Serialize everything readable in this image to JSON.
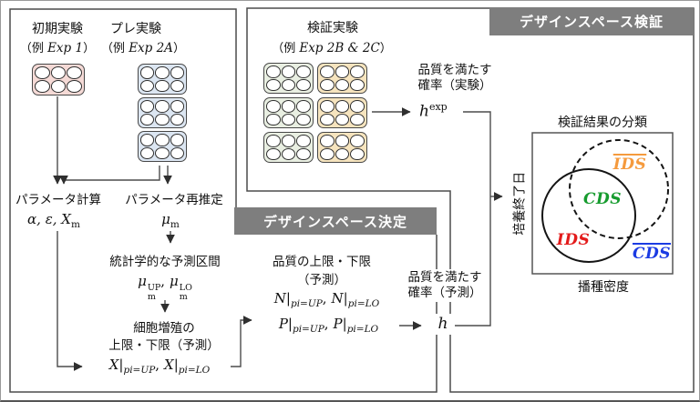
{
  "colors": {
    "banner_bg": "#7E7E7E",
    "plate_pink": "#F5DAD6",
    "plate_blue": "#DCE6F2",
    "plate_green": "#E9EFE2",
    "plate_orange": "#F6E4BE",
    "ids_bar_color": "#F59A3D",
    "cds_color": "#169B2E",
    "ids_color": "#E31B1B",
    "cds_bar_color": "#1B3BE3"
  },
  "banners": {
    "determination": "デザインスペース決定",
    "verification": "デザインスペース検証"
  },
  "initial_experiment": {
    "title": "初期実験",
    "paren_open": "（例 ",
    "exp": "Exp 1",
    "paren_close": "）"
  },
  "pre_experiment": {
    "title": "プレ実験",
    "paren_open": "（例 ",
    "exp": "Exp 2A",
    "paren_close": "）"
  },
  "verification_experiment": {
    "title": "検証実験",
    "paren_open": "（例 ",
    "exp": "Exp 2B & 2C",
    "paren_close": "）"
  },
  "param_calc": {
    "label": "パラメータ計算"
  },
  "param_reestimation": {
    "label": "パラメータ再推定"
  },
  "prediction_interval": {
    "label": "統計学的な予測区間"
  },
  "cell_growth": {
    "label_line1": "細胞増殖の",
    "label_line2": "上限・下限（予測）"
  },
  "quality_limits": {
    "label_line1": "品質の上限・下限",
    "label_line2": "（予測）"
  },
  "prob_experiment": {
    "label_line1": "品質を満たす",
    "label_line2": "確率（実験）"
  },
  "prob_prediction": {
    "label_line1": "品質を満たす",
    "label_line2": "確率（予測）"
  },
  "formulas": {
    "alpha": {
      "main": "α, ε, X",
      "sub": "m"
    },
    "mu": {
      "main": "μ",
      "sub": "m"
    },
    "mu_limits": {
      "mu": "μ",
      "sup_up": "UP",
      "sup_lo": "LO",
      "sub": "m",
      "comma": ","
    },
    "x_limits": {
      "v": "X",
      "pipe": "|",
      "s_up": "pi=UP",
      "s_lo": "pi=LO",
      "comma": ","
    },
    "n_limits": {
      "v": "N",
      "pipe": "|",
      "s_up": "pi=UP",
      "s_lo": "pi=LO",
      "comma": ","
    },
    "p_limits": {
      "v": "P",
      "pipe": "|",
      "s_up": "pi=UP",
      "s_lo": "pi=LO",
      "comma": ","
    },
    "h_exp": {
      "base": "h",
      "sup": "exp"
    },
    "h": {
      "base": "h"
    }
  },
  "classification": {
    "title": "検証結果の分類",
    "y_axis": "培養終了日",
    "x_axis": "播種密度",
    "ids_bar": "IDS",
    "cds": "CDS",
    "ids": "IDS",
    "cds_bar": "CDS"
  }
}
